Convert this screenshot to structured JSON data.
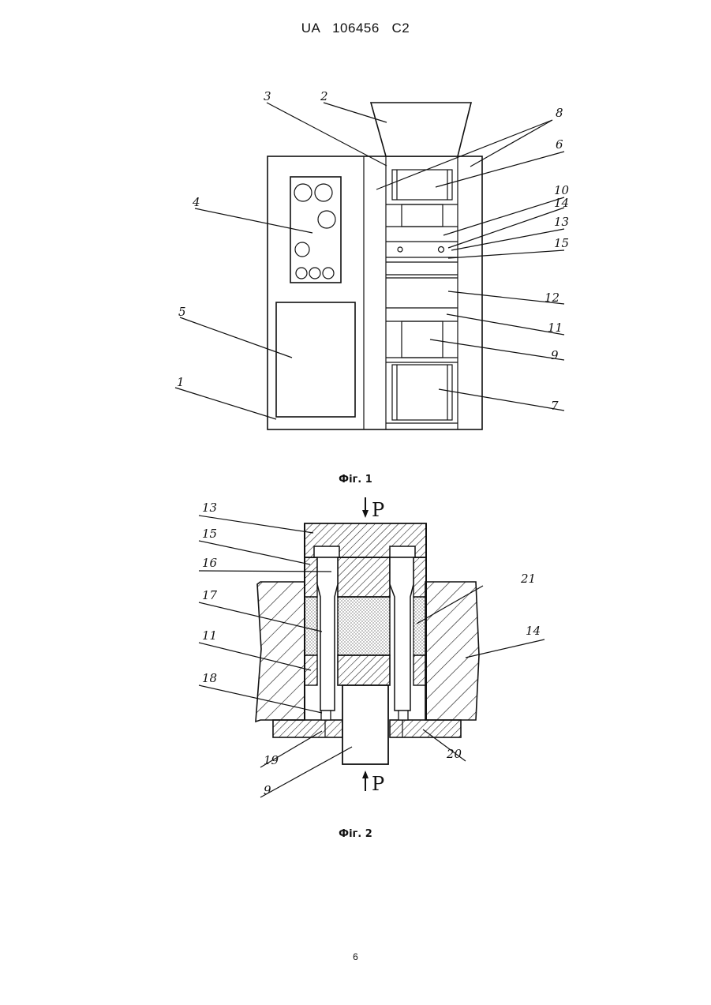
{
  "header": {
    "patent_number": "UA   106456   C2"
  },
  "figure1": {
    "caption": "Фіг. 1",
    "labels": {
      "l1": "1",
      "l2": "2",
      "l3": "3",
      "l4": "4",
      "l5": "5",
      "l6": "6",
      "l7": "7",
      "l8": "8",
      "l9": "9",
      "l10": "10",
      "l11": "11",
      "l12": "12",
      "l13": "13",
      "l14": "14",
      "l15": "15"
    }
  },
  "figure2": {
    "caption": "Фіг. 2",
    "force_top": "P",
    "force_bottom": "P",
    "labels": {
      "l9": "9",
      "l11": "11",
      "l13": "13",
      "l14": "14",
      "l15": "15",
      "l16": "16",
      "l17": "17",
      "l18": "18",
      "l19": "19",
      "l20": "20",
      "l21": "21"
    }
  },
  "footer": {
    "page_number": "6"
  }
}
